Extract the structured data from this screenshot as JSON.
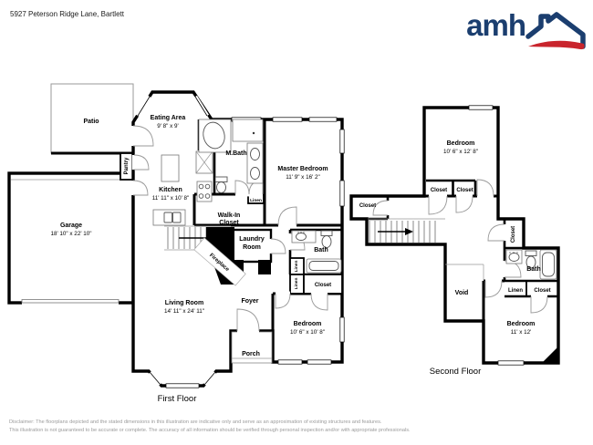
{
  "header": {
    "title": "5927 Peterson Ridge Lane, Bartlett",
    "logo": {
      "text": "amh",
      "icon": "house-icon"
    }
  },
  "colors": {
    "logo_navy": "#1b3e6f",
    "logo_red": "#c9252d",
    "wall": "#000000",
    "patio_outline": "#9a9a9a",
    "disclaimer_gray": "#9b9b9b"
  },
  "first_floor": {
    "label": "First Floor",
    "patio": "Patio",
    "pantry": "Pantry",
    "eating_area": {
      "name": "Eating Area",
      "dims": "9' 8\" x 9'"
    },
    "kitchen": {
      "name": "Kitchen",
      "dims": "11' 11\" x 10' 8\""
    },
    "mbath": "M.Bath",
    "master_bedroom": {
      "name": "Master Bedroom",
      "dims": "11' 9\" x 16' 2\""
    },
    "linen_top": "Linen",
    "walk_in_closet": {
      "line1": "Walk-In",
      "line2": "Closet"
    },
    "garage": {
      "name": "Garage",
      "dims": "18' 10\" x 22' 10\""
    },
    "laundry": {
      "line1": "Laundry",
      "line2": "Room"
    },
    "bath": "Bath",
    "fireplace": "Fireplace",
    "linen_a": "Linen",
    "linen_b": "Linen",
    "closet": "Closet",
    "living_room": {
      "name": "Living Room",
      "dims": "14' 11\" x 24' 11\""
    },
    "foyer": "Foyer",
    "bedroom": {
      "name": "Bedroom",
      "dims": "10' 6\" x 10' 8\""
    },
    "porch": "Porch"
  },
  "second_floor": {
    "label": "Second Floor",
    "bedroom_top": {
      "name": "Bedroom",
      "dims": "10' 6\" x 12' 8\""
    },
    "closet_a": "Closet",
    "closet_b": "Closet",
    "closet_hall": "Closet",
    "closet_side": "Closet",
    "bath": "Bath",
    "void": "Void",
    "linen": "Linen",
    "closet_bedroom": "Closet",
    "bedroom_bottom": {
      "name": "Bedroom",
      "dims": "11' x 12'"
    }
  },
  "disclaimer": {
    "line1": "Disclaimer: The floorplans depicted and the stated dimensions in this illustration are indicative only and serve as an approximation of existing structures and features.",
    "line2": "This illustration is not guaranteed to be accurate or complete. The accuracy of all information should be verified through personal inspection and/or with appropriate professionals."
  }
}
